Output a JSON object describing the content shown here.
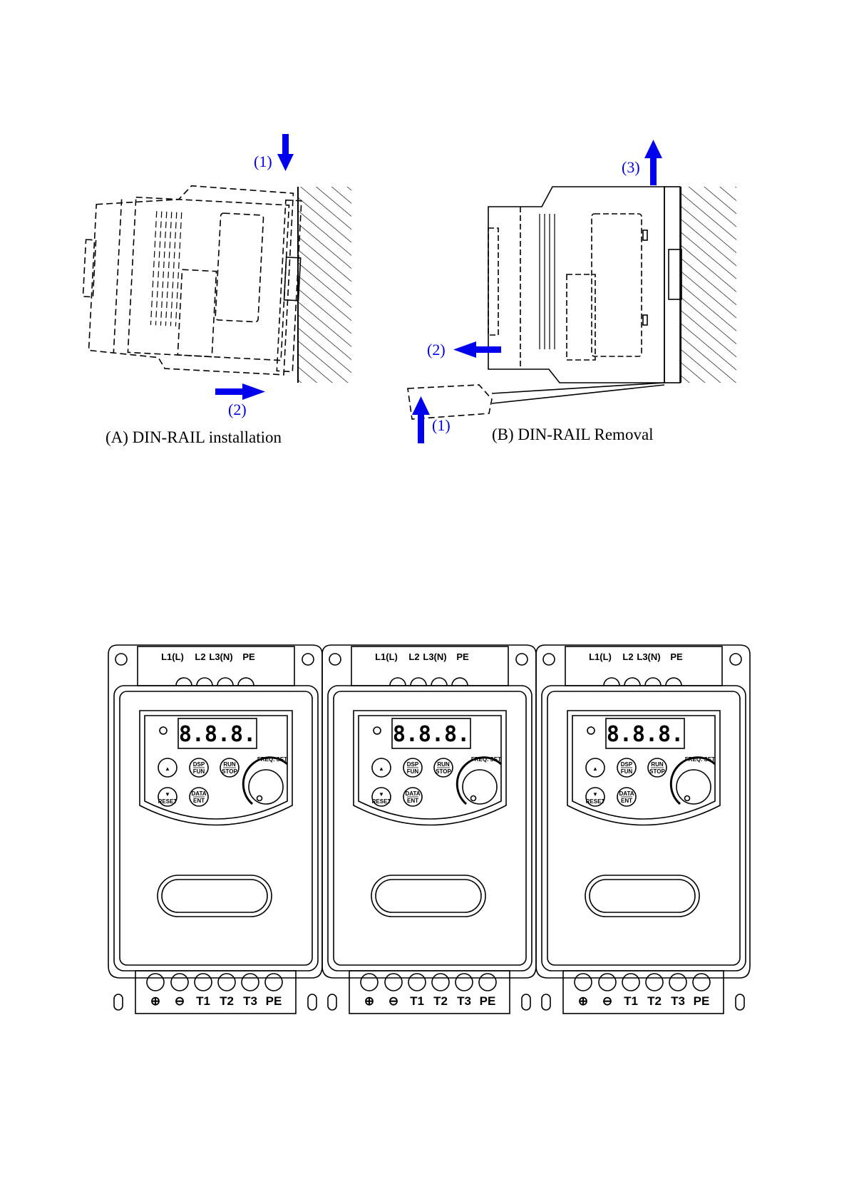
{
  "installation": {
    "caption": "(A) DIN-RAIL installation",
    "steps": [
      "(1)",
      "(2)"
    ]
  },
  "removal": {
    "caption": "(B) DIN-RAIL Removal",
    "steps": [
      "(1)",
      "(2)",
      "(3)"
    ]
  },
  "drive": {
    "top_terminals": [
      "L1(L)",
      "L2",
      "L3(N)",
      "PE"
    ],
    "display": "8.8.8.",
    "keys": {
      "up": "▲",
      "dsp": "DSP",
      "fun": "FUN",
      "run": "RUN",
      "stop": "STOP",
      "down": "▼",
      "reset": "RESET",
      "data": "DATA",
      "ent": "ENT"
    },
    "knob_label": "FREQ. SET",
    "bottom_terminals": [
      "⊕",
      "⊖",
      "T1",
      "T2",
      "T3",
      "PE"
    ]
  },
  "colors": {
    "arrow": "#0000ee",
    "line": "#000000"
  }
}
